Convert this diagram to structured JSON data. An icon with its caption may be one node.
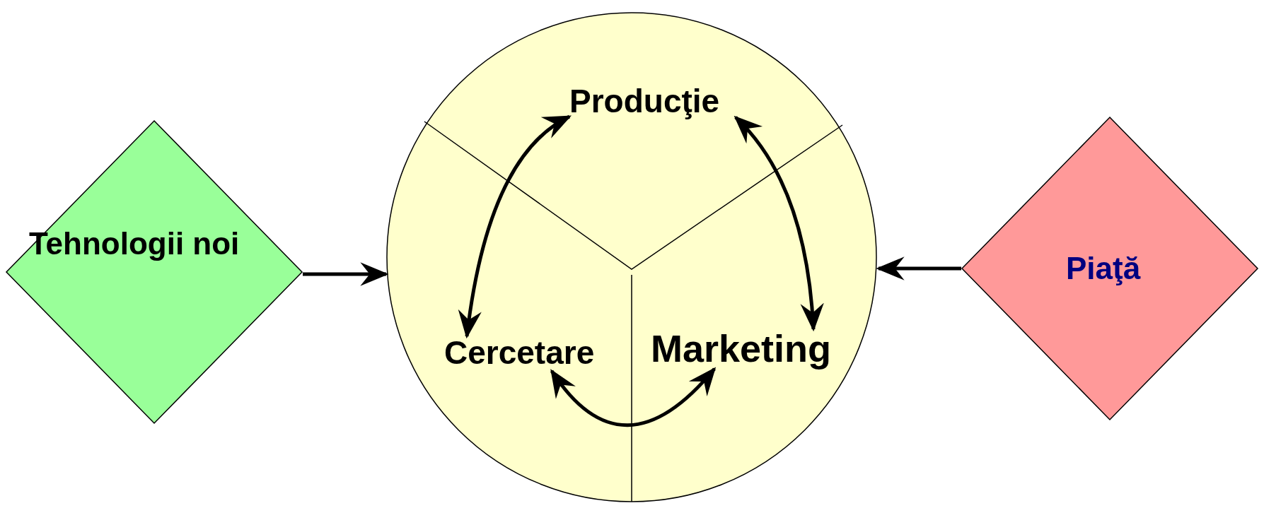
{
  "diagram": {
    "nodes": [
      {
        "text": [
          "Tehnologii noi"
        ]
      },
      {
        "text": [],
        "shape": "circle"
      },
      {
        "text": [
          "Producţie"
        ],
        "in": 1
      },
      {
        "text": [
          "Cercetare"
        ],
        "in": 1
      },
      {
        "text": [
          "Marketing"
        ],
        "in": 1
      },
      {
        "text": [
          "Piaţă"
        ]
      }
    ],
    "edges": [
      {
        "from": 0,
        "to": 1,
        "arrow": "to"
      },
      {
        "from": 5,
        "to": 1,
        "arrow": "to"
      },
      {
        "from": 2,
        "to": 3,
        "arrow": "both"
      },
      {
        "from": 2,
        "to": 4,
        "arrow": "both"
      },
      {
        "from": 3,
        "to": 4,
        "arrow": "both"
      }
    ]
  }
}
